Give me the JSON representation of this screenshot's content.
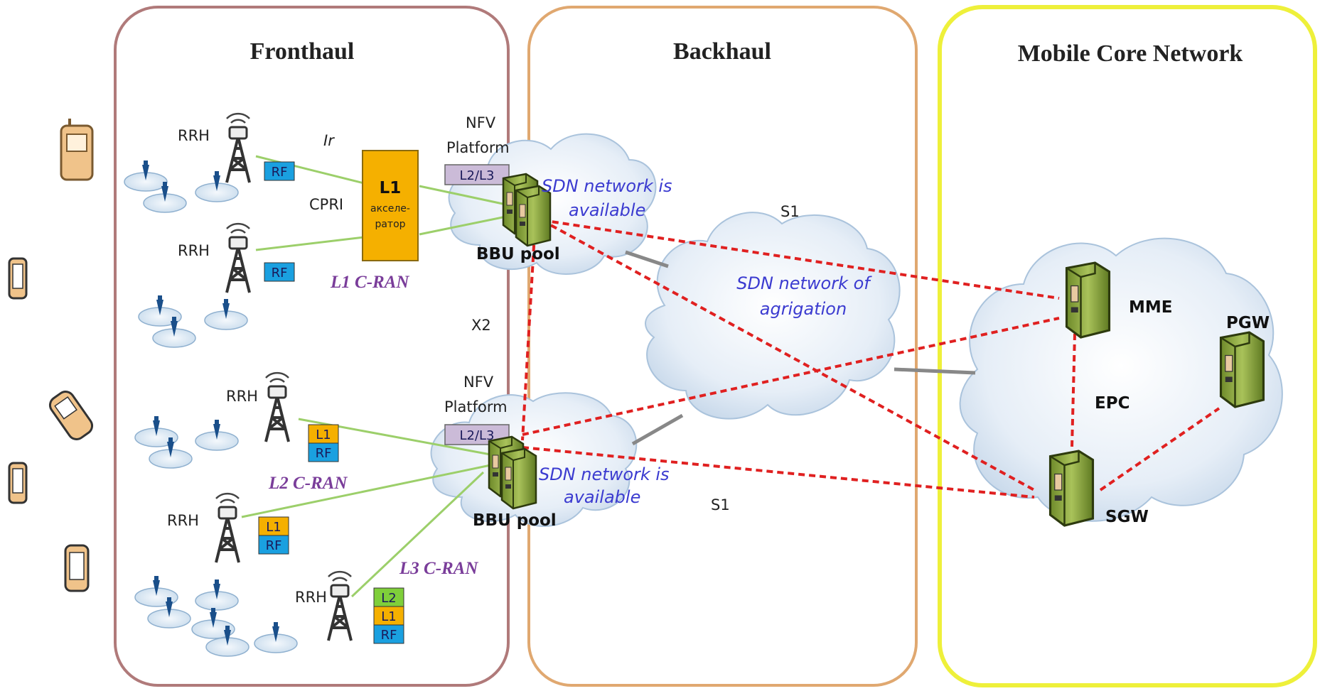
{
  "sections": {
    "fronthaul": "Fronthaul",
    "backhaul": "Backhaul",
    "core": "Mobile Core Network"
  },
  "labels": {
    "rrh": "RRH",
    "ir": "Ir",
    "cpri": "CPRI",
    "rf": "RF",
    "l1": "L1",
    "l2": "L2",
    "accel_title": "L1",
    "accel_line1": "акселе-",
    "accel_line2": "ратор",
    "l1_cran": "L1 C-RAN",
    "l2_cran": "L2 C-RAN",
    "l3_cran": "L3 C-RAN",
    "x2": "X2",
    "nfv": "NFV",
    "platform": "Platform",
    "l2l3": "L2/L3",
    "bbu_pool": "BBU pool",
    "sdn_avail_1": "SDN network is",
    "sdn_avail_2": "available",
    "sdn_agg_1": "SDN network of",
    "sdn_agg_2": "agrigation",
    "s1": "S1",
    "mme": "MME",
    "pgw": "PGW",
    "epc": "EPC",
    "sgw": "SGW"
  },
  "colors": {
    "fronthaul_border": "#b07a7a",
    "backhaul_border": "#e0a870",
    "core_border": "#eef03a",
    "link_green": "#9ccf6a",
    "dashed_red": "#e02020",
    "rf_box": "#1aa0e0",
    "l1_box": "#f5b000",
    "l2_box": "#7fcf3a",
    "server": "#8faa3a",
    "cloud": "#dde9f4"
  },
  "icons": [
    "phone-icon",
    "antenna-tower-icon",
    "cell-coverage-icon",
    "server-icon",
    "cloud-icon"
  ]
}
